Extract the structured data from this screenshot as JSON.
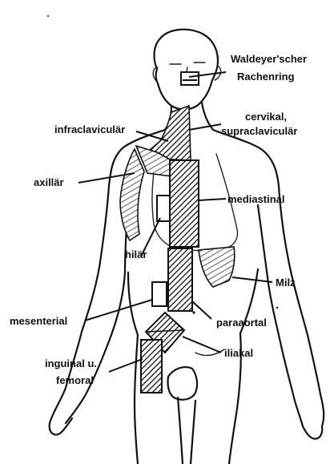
{
  "labels": {
    "waldeyer_line1": "Waldeyer'scher",
    "waldeyer_line2": "Rachenring",
    "cervical_line1": "cervikal,",
    "cervical_line2": "supraclaviculär",
    "infraclavicular": "infraclaviculär",
    "axillary": "axillär",
    "mediastinal": "mediastinal",
    "hilar": "hilär",
    "spleen": "Milz",
    "mesenterial": "mesenterial",
    "paraaortal": "paraaortal",
    "iliac": "iliakal",
    "inguinal_line1": "inguinal u.",
    "inguinal_line2": "femoral"
  },
  "colors": {
    "ink": "#111111",
    "background": "#ffffff"
  }
}
